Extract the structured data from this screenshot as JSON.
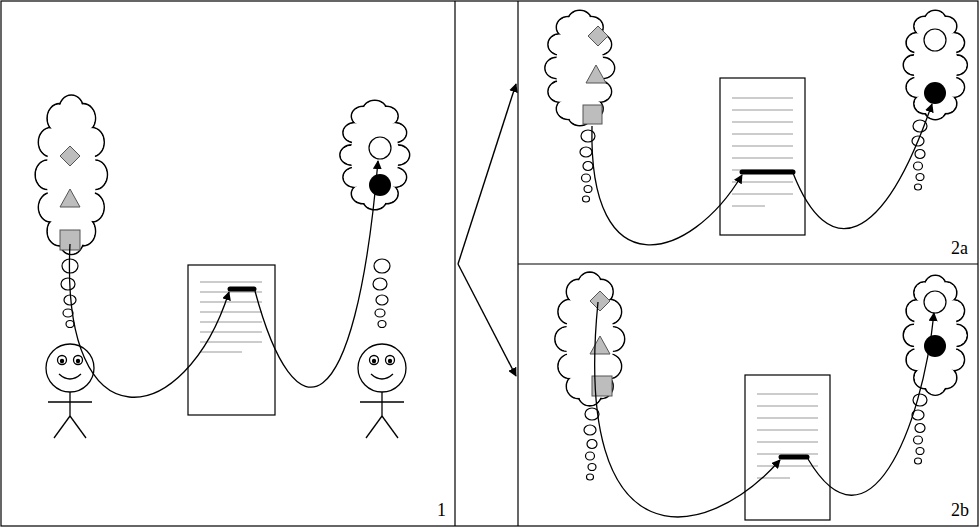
{
  "diagram": {
    "labels": [
      "1",
      "2a",
      "2b"
    ]
  }
}
